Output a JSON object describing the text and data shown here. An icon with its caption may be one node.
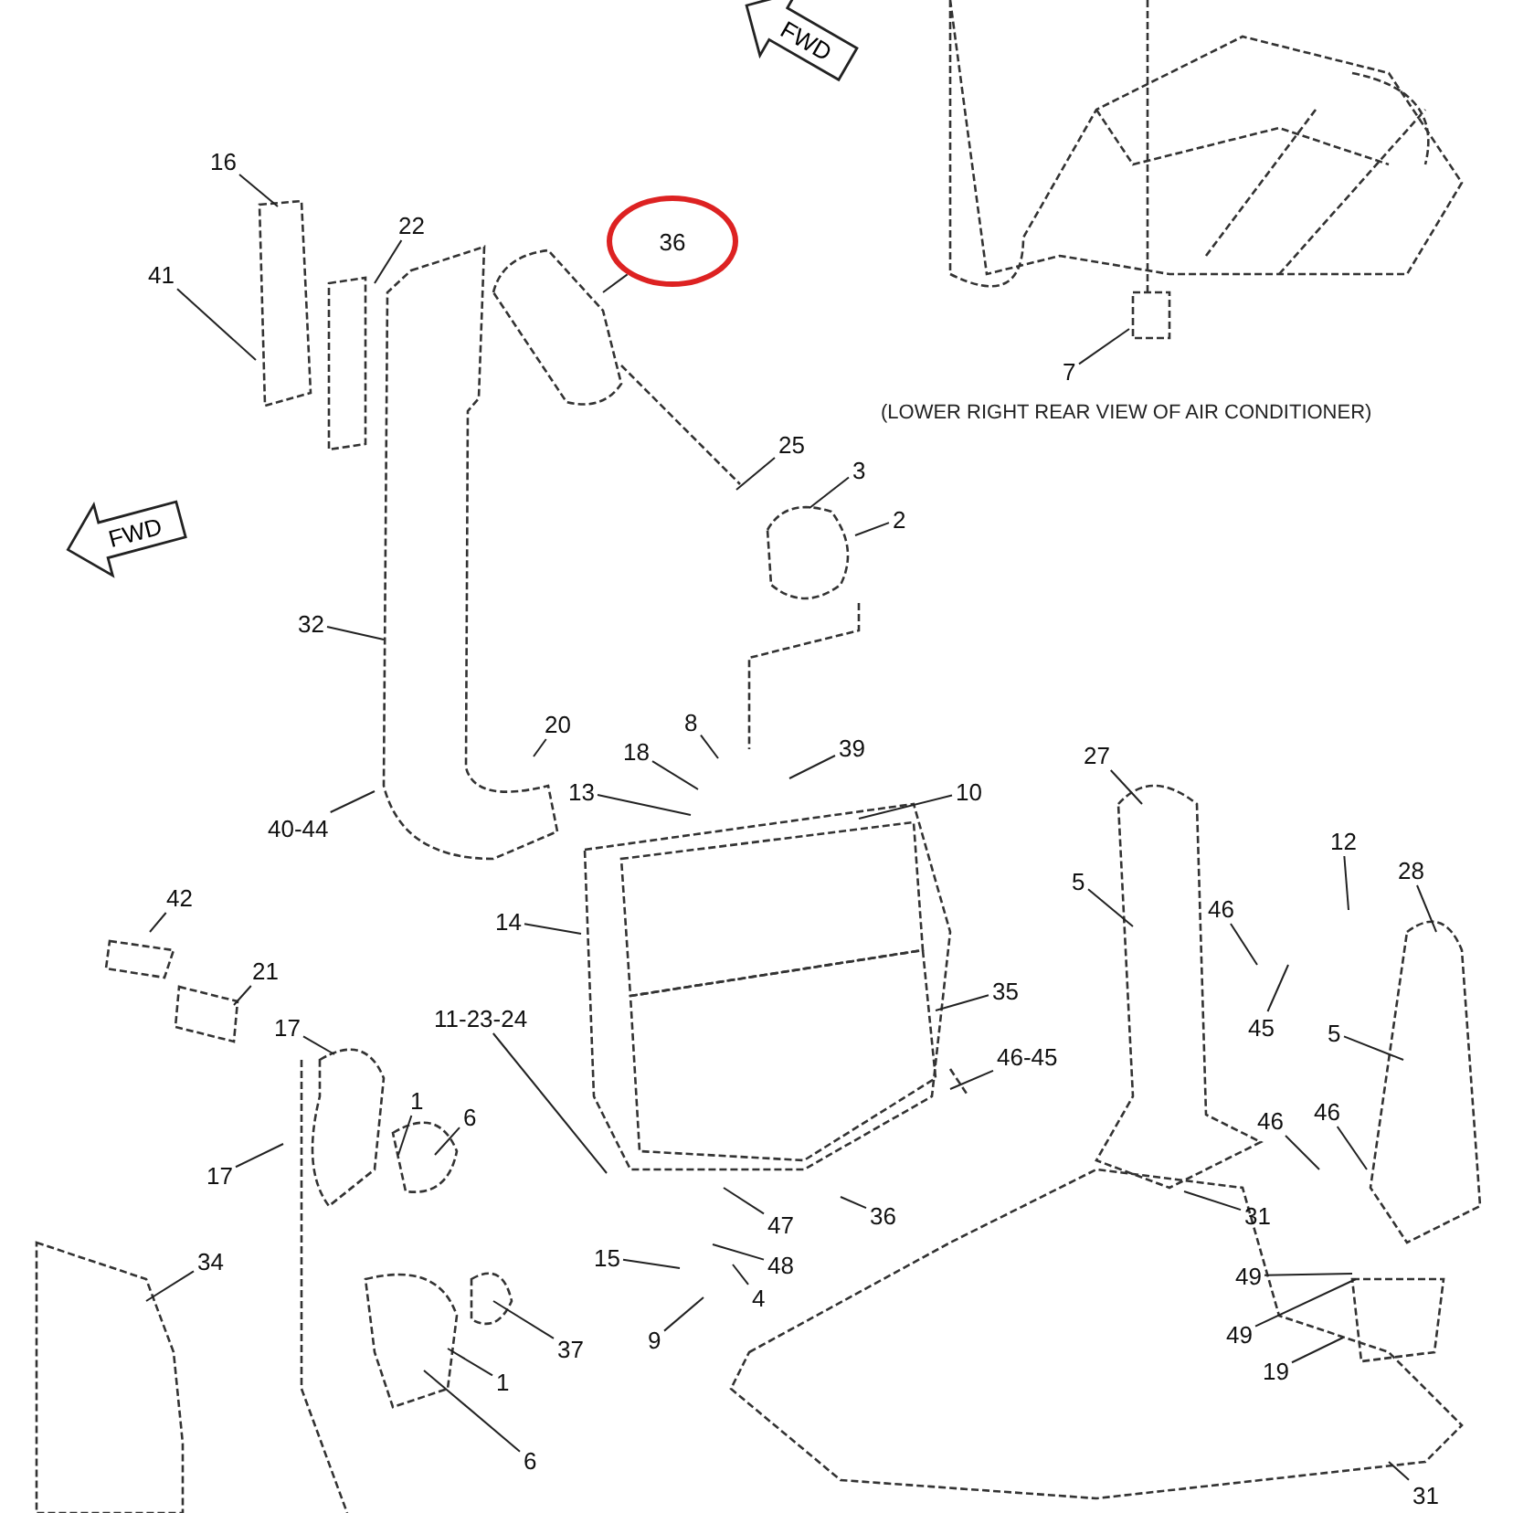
{
  "diagram": {
    "nodes": [
      {
        "text": [
          "16"
        ]
      },
      {
        "text": [
          "22"
        ]
      },
      {
        "text": [
          "36"
        ]
      },
      {
        "text": [
          "41"
        ]
      },
      {
        "text": [
          "7"
        ]
      },
      {
        "text": [
          "25"
        ]
      },
      {
        "text": [
          "3"
        ]
      },
      {
        "text": [
          "2"
        ]
      },
      {
        "text": [
          "32"
        ]
      },
      {
        "text": [
          "8"
        ]
      },
      {
        "text": [
          "20"
        ]
      },
      {
        "text": [
          "18"
        ]
      },
      {
        "text": [
          "39"
        ]
      },
      {
        "text": [
          "27"
        ]
      },
      {
        "text": [
          "13"
        ]
      },
      {
        "text": [
          "10"
        ]
      },
      {
        "text": [
          "40-44"
        ]
      },
      {
        "text": [
          "12"
        ]
      },
      {
        "text": [
          "28"
        ]
      },
      {
        "text": [
          "5"
        ]
      },
      {
        "text": [
          "42"
        ]
      },
      {
        "text": [
          "46"
        ]
      },
      {
        "text": [
          "14"
        ]
      },
      {
        "text": [
          "21"
        ]
      },
      {
        "text": [
          "35"
        ]
      },
      {
        "text": [
          "11-23-24"
        ]
      },
      {
        "text": [
          "17"
        ]
      },
      {
        "text": [
          "45"
        ]
      },
      {
        "text": [
          "5"
        ]
      },
      {
        "text": [
          "46-45"
        ]
      },
      {
        "text": [
          "1"
        ]
      },
      {
        "text": [
          "6"
        ]
      },
      {
        "text": [
          "46"
        ]
      },
      {
        "text": [
          "46"
        ]
      },
      {
        "text": [
          "17"
        ]
      },
      {
        "text": [
          "36"
        ]
      },
      {
        "text": [
          "31"
        ]
      },
      {
        "text": [
          "47"
        ]
      },
      {
        "text": [
          "34"
        ]
      },
      {
        "text": [
          "15"
        ]
      },
      {
        "text": [
          "48"
        ]
      },
      {
        "text": [
          "49"
        ]
      },
      {
        "text": [
          "4"
        ]
      },
      {
        "text": [
          "49"
        ]
      },
      {
        "text": [
          "9"
        ]
      },
      {
        "text": [
          "37"
        ]
      },
      {
        "text": [
          "19"
        ]
      },
      {
        "text": [
          "1"
        ]
      },
      {
        "text": [
          "6"
        ]
      },
      {
        "text": [
          "31"
        ]
      }
    ],
    "edges": [
      {
        "from": 0,
        "to": null,
        "arrow": "none"
      },
      {
        "from": 1,
        "to": null,
        "arrow": "none"
      },
      {
        "from": 2,
        "to": null,
        "arrow": "none"
      },
      {
        "from": 3,
        "to": null,
        "arrow": "none"
      },
      {
        "from": 4,
        "to": null,
        "arrow": "none"
      },
      {
        "from": 5,
        "to": null,
        "arrow": "none"
      },
      {
        "from": 6,
        "to": null,
        "arrow": "none"
      },
      {
        "from": 7,
        "to": null,
        "arrow": "none"
      },
      {
        "from": 8,
        "to": null,
        "arrow": "none"
      },
      {
        "from": 9,
        "to": null,
        "arrow": "none"
      },
      {
        "from": 10,
        "to": null,
        "arrow": "none"
      },
      {
        "from": 11,
        "to": null,
        "arrow": "none"
      },
      {
        "from": 12,
        "to": null,
        "arrow": "none"
      },
      {
        "from": 13,
        "to": null,
        "arrow": "none"
      },
      {
        "from": 14,
        "to": null,
        "arrow": "none"
      },
      {
        "from": 15,
        "to": null,
        "arrow": "none"
      },
      {
        "from": 16,
        "to": null,
        "arrow": "none"
      },
      {
        "from": 17,
        "to": null,
        "arrow": "none"
      },
      {
        "from": 18,
        "to": null,
        "arrow": "none"
      },
      {
        "from": 19,
        "to": null,
        "arrow": "none"
      },
      {
        "from": 20,
        "to": null,
        "arrow": "none"
      },
      {
        "from": 21,
        "to": null,
        "arrow": "none"
      },
      {
        "from": 22,
        "to": null,
        "arrow": "none"
      },
      {
        "from": 23,
        "to": null,
        "arrow": "none"
      },
      {
        "from": 24,
        "to": null,
        "arrow": "none"
      },
      {
        "from": 25,
        "to": null,
        "arrow": "none"
      },
      {
        "from": 26,
        "to": null,
        "arrow": "none"
      },
      {
        "from": 27,
        "to": null,
        "arrow": "none"
      },
      {
        "from": 28,
        "to": null,
        "arrow": "none"
      },
      {
        "from": 29,
        "to": null,
        "arrow": "none"
      },
      {
        "from": 30,
        "to": null,
        "arrow": "none"
      },
      {
        "from": 31,
        "to": null,
        "arrow": "none"
      },
      {
        "from": 32,
        "to": null,
        "arrow": "none"
      },
      {
        "from": 33,
        "to": null,
        "arrow": "none"
      },
      {
        "from": 34,
        "to": null,
        "arrow": "none"
      },
      {
        "from": 35,
        "to": null,
        "arrow": "none"
      },
      {
        "from": 36,
        "to": null,
        "arrow": "none"
      },
      {
        "from": 37,
        "to": null,
        "arrow": "none"
      },
      {
        "from": 38,
        "to": null,
        "arrow": "none"
      },
      {
        "from": 39,
        "to": null,
        "arrow": "none"
      },
      {
        "from": 40,
        "to": null,
        "arrow": "none"
      },
      {
        "from": 41,
        "to": null,
        "arrow": "none"
      },
      {
        "from": 42,
        "to": null,
        "arrow": "none"
      },
      {
        "from": 43,
        "to": null,
        "arrow": "none"
      },
      {
        "from": 44,
        "to": null,
        "arrow": "none"
      },
      {
        "from": 45,
        "to": null,
        "arrow": "none"
      },
      {
        "from": 46,
        "to": null,
        "arrow": "none"
      },
      {
        "from": 47,
        "to": null,
        "arrow": "none"
      },
      {
        "from": 48,
        "to": null,
        "arrow": "none"
      },
      {
        "from": 49,
        "to": null,
        "arrow": "none"
      }
    ],
    "labels": [
      "FWD",
      "FWD",
      "(LOWER RIGHT REAR VIEW OF AIR CONDITIONER)"
    ]
  }
}
